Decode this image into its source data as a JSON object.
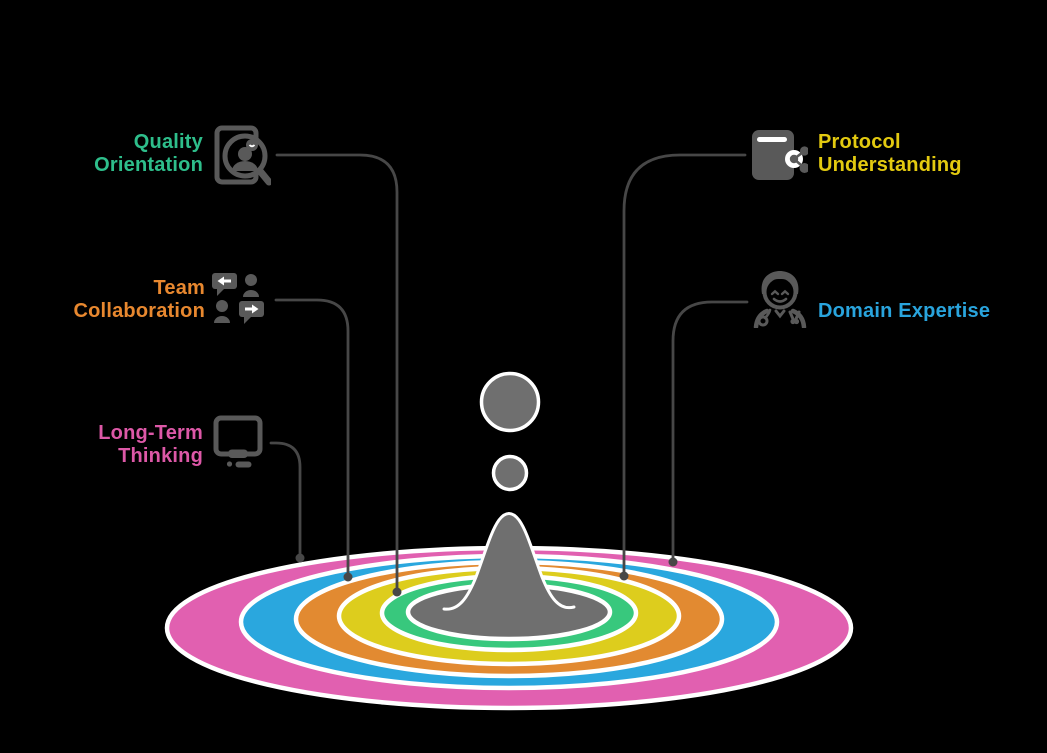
{
  "diagram": {
    "type": "ripple-splash-infographic",
    "background": "#000000",
    "rings_outer_to_inner": [
      "pink",
      "blue",
      "orange",
      "yellow",
      "green",
      "gray-pool"
    ]
  },
  "labels": {
    "quality": "Quality\nOrientation",
    "team": "Team\nCollaboration",
    "longterm": "Long-Term\nThinking",
    "protocol": "Protocol\nUnderstanding",
    "domain": "Domain Expertise"
  },
  "icons": {
    "quality": "magnifier-person-document-icon",
    "team": "chat-people-icon",
    "longterm": "monitor-icon",
    "protocol": "notebook-share-icon",
    "domain": "doctor-icon"
  },
  "colors": {
    "text_green": "#2ebe8b",
    "text_orange": "#e8882f",
    "text_pink": "#dd58a7",
    "text_yellow": "#e3ca10",
    "text_blue": "#29a4dd",
    "ring_pink": "#e160b0",
    "ring_blue": "#2aa7de",
    "ring_orange": "#e28a31",
    "ring_yellow": "#ddcd1d",
    "ring_green": "#38c87d",
    "splash_gray": "#6f6f6f",
    "line_gray": "#474747",
    "icon_gray": "#595959"
  }
}
